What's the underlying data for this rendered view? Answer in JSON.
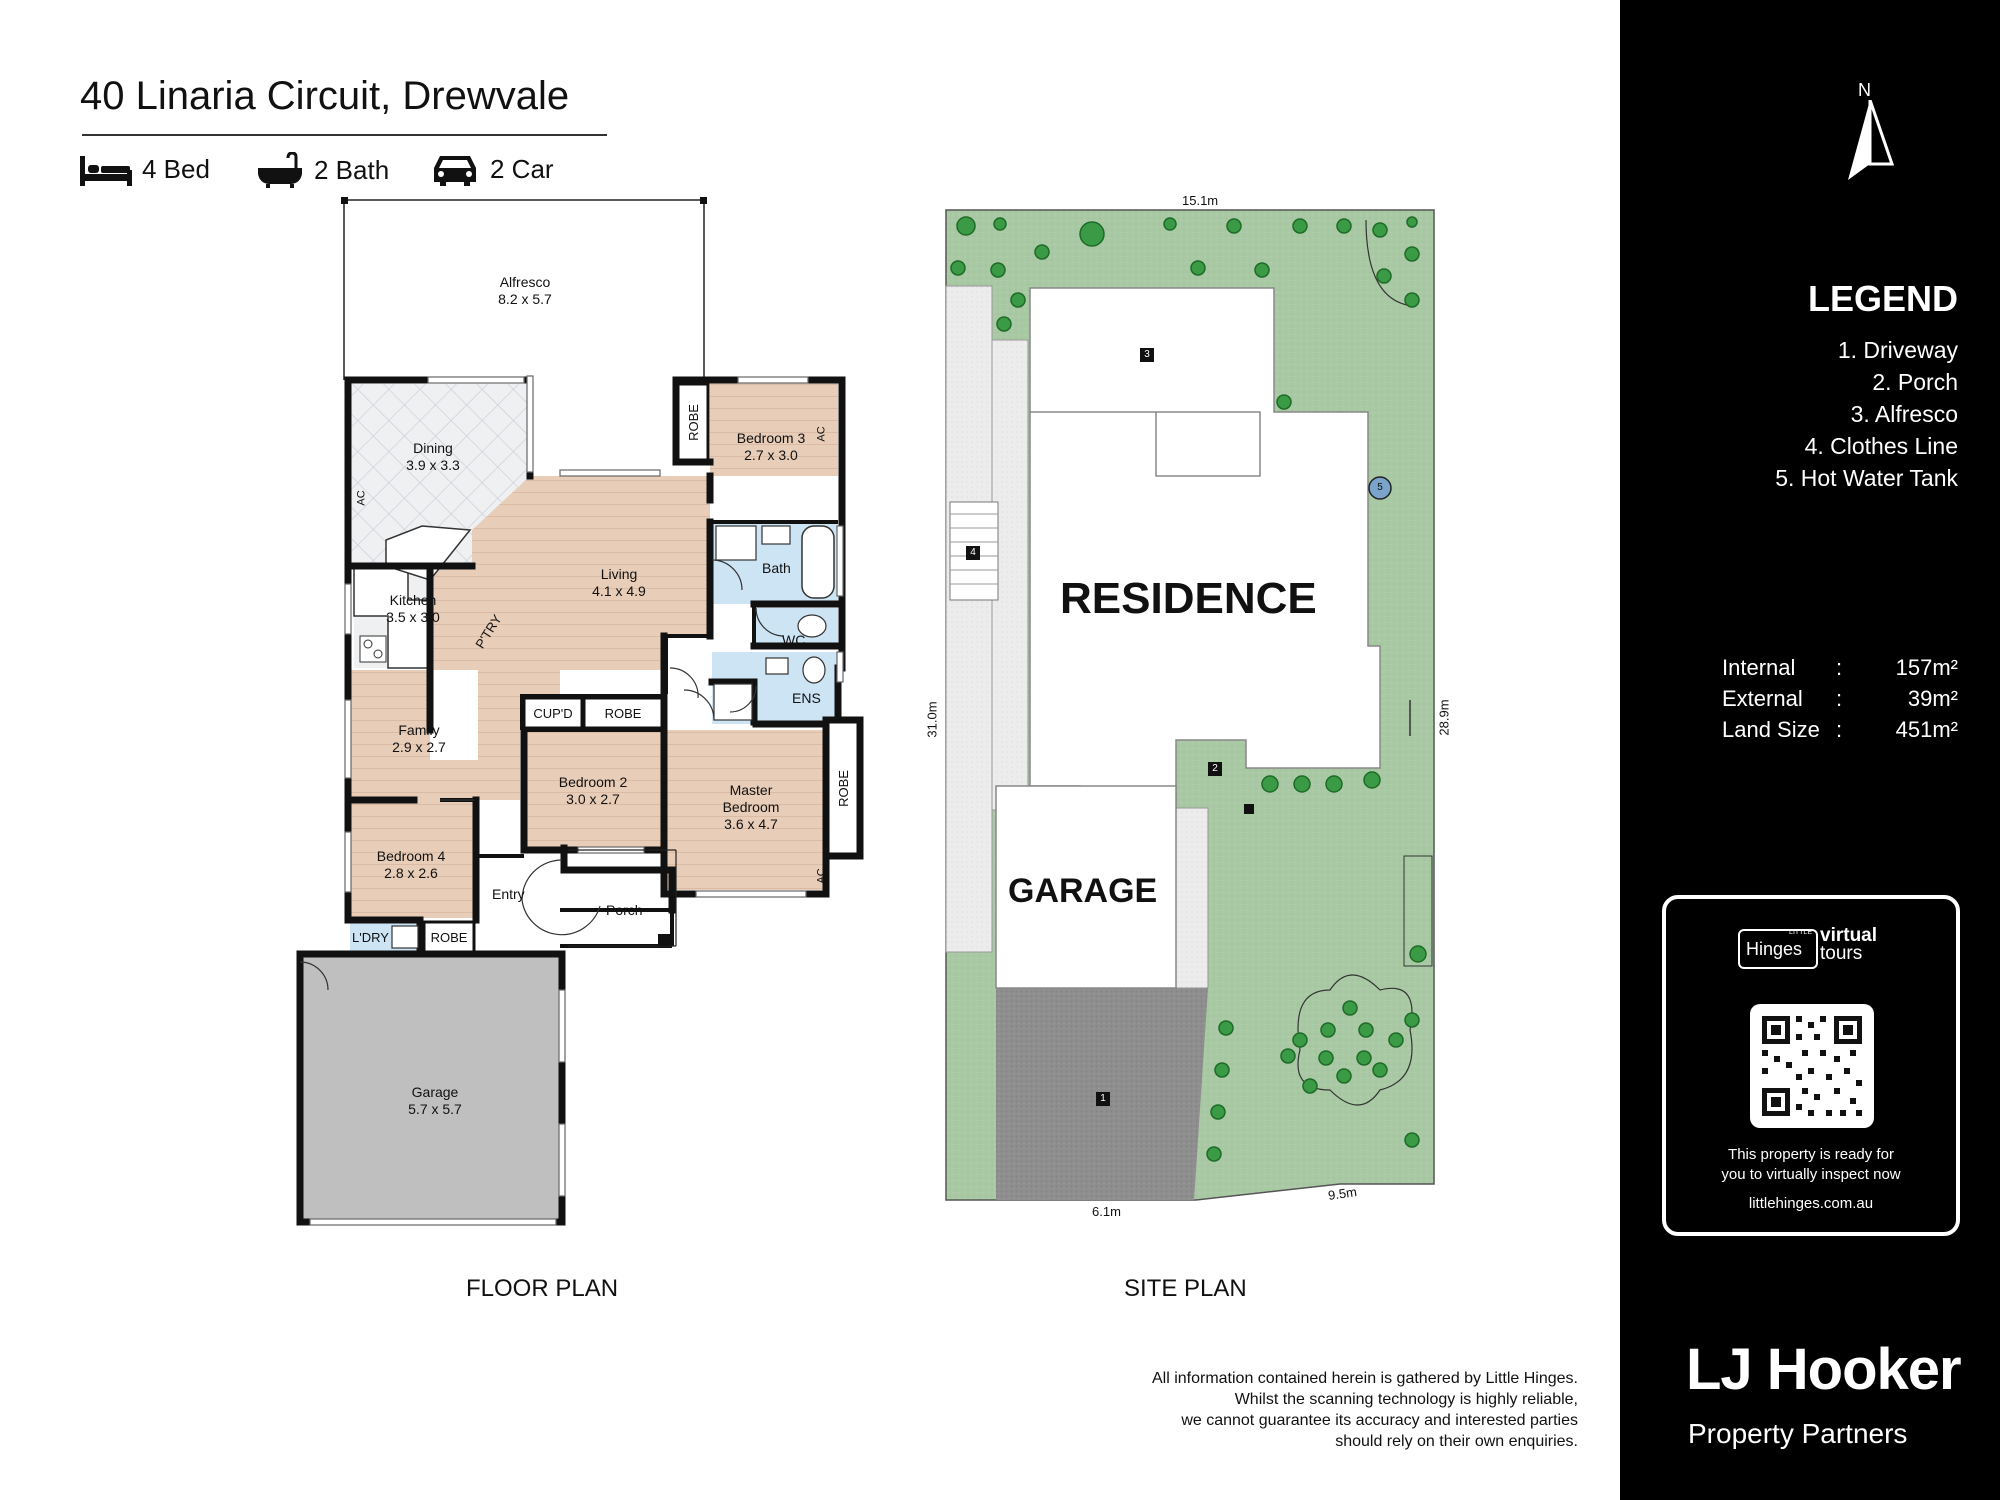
{
  "header": {
    "title": "40 Linaria Circuit, Drewvale",
    "features": [
      {
        "icon": "bed-icon",
        "label": "4 Bed"
      },
      {
        "icon": "bath-icon",
        "label": "2 Bath"
      },
      {
        "icon": "car-icon",
        "label": "2 Car"
      }
    ]
  },
  "floor_plan": {
    "caption": "FLOOR PLAN",
    "rooms": [
      {
        "id": "alfresco",
        "name": "Alfresco",
        "size": "8.2 x 5.7"
      },
      {
        "id": "dining",
        "name": "Dining",
        "size": "3.9 x 3.3"
      },
      {
        "id": "bedroom3",
        "name": "Bedroom 3",
        "size": "2.7 x 3.0"
      },
      {
        "id": "living",
        "name": "Living",
        "size": "4.1 x 4.9"
      },
      {
        "id": "kitchen",
        "name": "Kitchen",
        "size": "3.5 x 3.0"
      },
      {
        "id": "family",
        "name": "Family",
        "size": "2.9 x 2.7"
      },
      {
        "id": "bedroom2",
        "name": "Bedroom 2",
        "size": "3.0 x 2.7"
      },
      {
        "id": "master",
        "name": "Master",
        "size": "Bedroom"
      },
      {
        "id": "bedroom4",
        "name": "Bedroom 4",
        "size": "2.8 x 2.6"
      },
      {
        "id": "garage",
        "name": "Garage",
        "size": "5.7 x 5.7"
      }
    ],
    "master_size": "3.6 x 4.7",
    "labels": {
      "robe": "ROBE",
      "bath": "Bath",
      "wc": "WC",
      "ens": "ENS",
      "cupd": "CUP'D",
      "ptry": "P'TRY",
      "ldry": "L'DRY",
      "entry": "Entry",
      "porch": "Porch",
      "ac": "AC"
    }
  },
  "site_plan": {
    "caption": "SITE PLAN",
    "residence": "RESIDENCE",
    "garage": "GARAGE",
    "dimensions": {
      "top": "15.1m",
      "left": "31.0m",
      "right": "28.9m",
      "bottom_left": "6.1m",
      "bottom_right": "9.5m"
    },
    "markers": [
      "1",
      "2",
      "3",
      "4",
      "5"
    ]
  },
  "sidebar": {
    "north": "N",
    "legend_title": "LEGEND",
    "legend_items": [
      "1. Driveway",
      "2. Porch",
      "3. Alfresco",
      "4. Clothes Line",
      "5. Hot Water Tank"
    ],
    "areas": [
      {
        "label": "Internal",
        "sep": ":",
        "value": "157m²"
      },
      {
        "label": "External",
        "sep": ":",
        "value": "39m²"
      },
      {
        "label": "Land Size",
        "sep": ":",
        "value": "451m²"
      }
    ],
    "virtual_tour": {
      "brand_small": "LITTLE",
      "brand": "Hinges",
      "virtual": "virtual",
      "tours": "tours",
      "line1": "This property is ready for",
      "line2": "you to virtually inspect now",
      "url": "littlehinges.com.au"
    },
    "agency": {
      "name": "LJ Hooker",
      "sub": "Property Partners"
    }
  },
  "disclaimer": [
    "All information contained herein is gathered by Little Hinges.",
    "Whilst the scanning technology is highly reliable,",
    "we cannot guarantee its accuracy and interested parties",
    "should rely on their own enquiries."
  ],
  "colors": {
    "wood": "#e8cdb9",
    "tile": "#dfe3e8",
    "wet": "#cde4f5",
    "garage_floor": "#bfbfbf",
    "lawn": "#a9c9a4",
    "tree": "#3b9a45",
    "driveway": "#8e8e8e",
    "sidebar_bg": "#000000"
  }
}
